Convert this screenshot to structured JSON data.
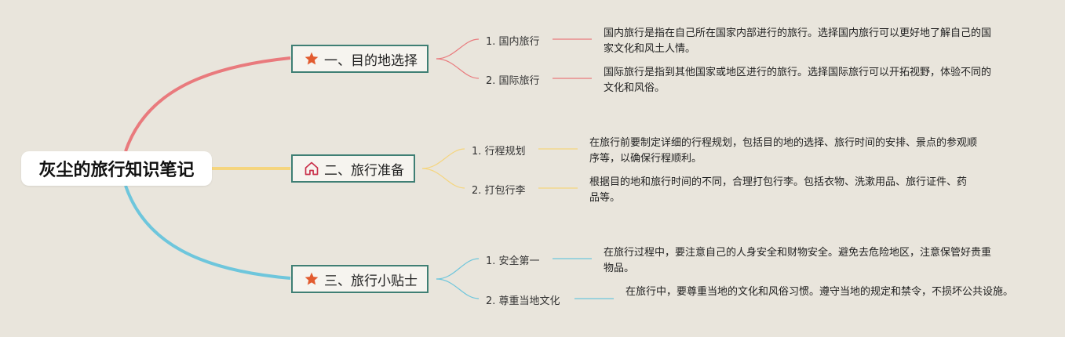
{
  "root": {
    "title": "灰尘的旅行知识笔记"
  },
  "colors": {
    "branch1": "#e97a7d",
    "branch2": "#f5d57e",
    "branch3": "#6ec6dc",
    "node_border": "#3f7f74",
    "star": "#e25b2f",
    "house": "#c9304a"
  },
  "branches": [
    {
      "label": "一、目的地选择",
      "icon": "star-icon",
      "items": [
        {
          "label": "1. 国内旅行",
          "note": "国内旅行是指在自己所在国家内部进行的旅行。选择国内旅行可以更好地了解自己的国家文化和风土人情。"
        },
        {
          "label": "2. 国际旅行",
          "note": "国际旅行是指到其他国家或地区进行的旅行。选择国际旅行可以开拓视野，体验不同的文化和风俗。"
        }
      ]
    },
    {
      "label": "二、旅行准备",
      "icon": "house-icon",
      "items": [
        {
          "label": "1. 行程规划",
          "note": "在旅行前要制定详细的行程规划，包括目的地的选择、旅行时间的安排、景点的参观顺序等，以确保行程顺利。"
        },
        {
          "label": "2. 打包行李",
          "note": "根据目的地和旅行时间的不同，合理打包行李。包括衣物、洗漱用品、旅行证件、药品等。"
        }
      ]
    },
    {
      "label": "三、旅行小贴士",
      "icon": "star-icon",
      "items": [
        {
          "label": "1. 安全第一",
          "note": "在旅行过程中，要注意自己的人身安全和财物安全。避免去危险地区，注意保管好贵重物品。"
        },
        {
          "label": "2. 尊重当地文化",
          "note": "在旅行中，要尊重当地的文化和风俗习惯。遵守当地的规定和禁令，不损坏公共设施。"
        }
      ]
    }
  ]
}
